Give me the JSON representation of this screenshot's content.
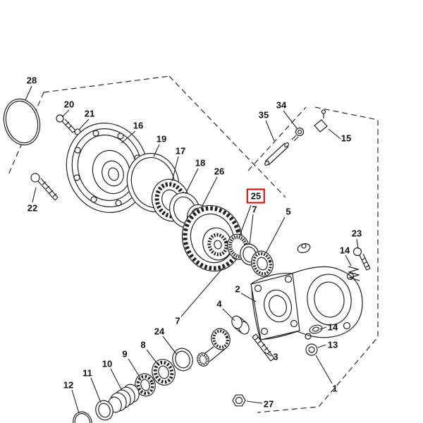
{
  "diagram": {
    "type": "exploded-parts-diagram",
    "description": "Final drive / differential gear case exploded view",
    "background_color": "#ffffff",
    "line_color": "#222222",
    "highlight_color": "#e10000",
    "highlighted_part_number": "25"
  },
  "labels": [
    {
      "text": "28"
    },
    {
      "text": "20"
    },
    {
      "text": "21"
    },
    {
      "text": "16"
    },
    {
      "text": "19"
    },
    {
      "text": "17"
    },
    {
      "text": "18"
    },
    {
      "text": "26"
    },
    {
      "text": "25"
    },
    {
      "text": "7"
    },
    {
      "text": "5"
    },
    {
      "text": "35"
    },
    {
      "text": "34"
    },
    {
      "text": "15"
    },
    {
      "text": "23"
    },
    {
      "text": "14"
    },
    {
      "text": "22"
    },
    {
      "text": "2"
    },
    {
      "text": "4"
    },
    {
      "text": "24"
    },
    {
      "text": "8"
    },
    {
      "text": "9"
    },
    {
      "text": "10"
    },
    {
      "text": "11"
    },
    {
      "text": "12"
    },
    {
      "text": "7"
    },
    {
      "text": "3"
    },
    {
      "text": "27"
    },
    {
      "text": "1"
    },
    {
      "text": "14"
    },
    {
      "text": "13"
    }
  ]
}
